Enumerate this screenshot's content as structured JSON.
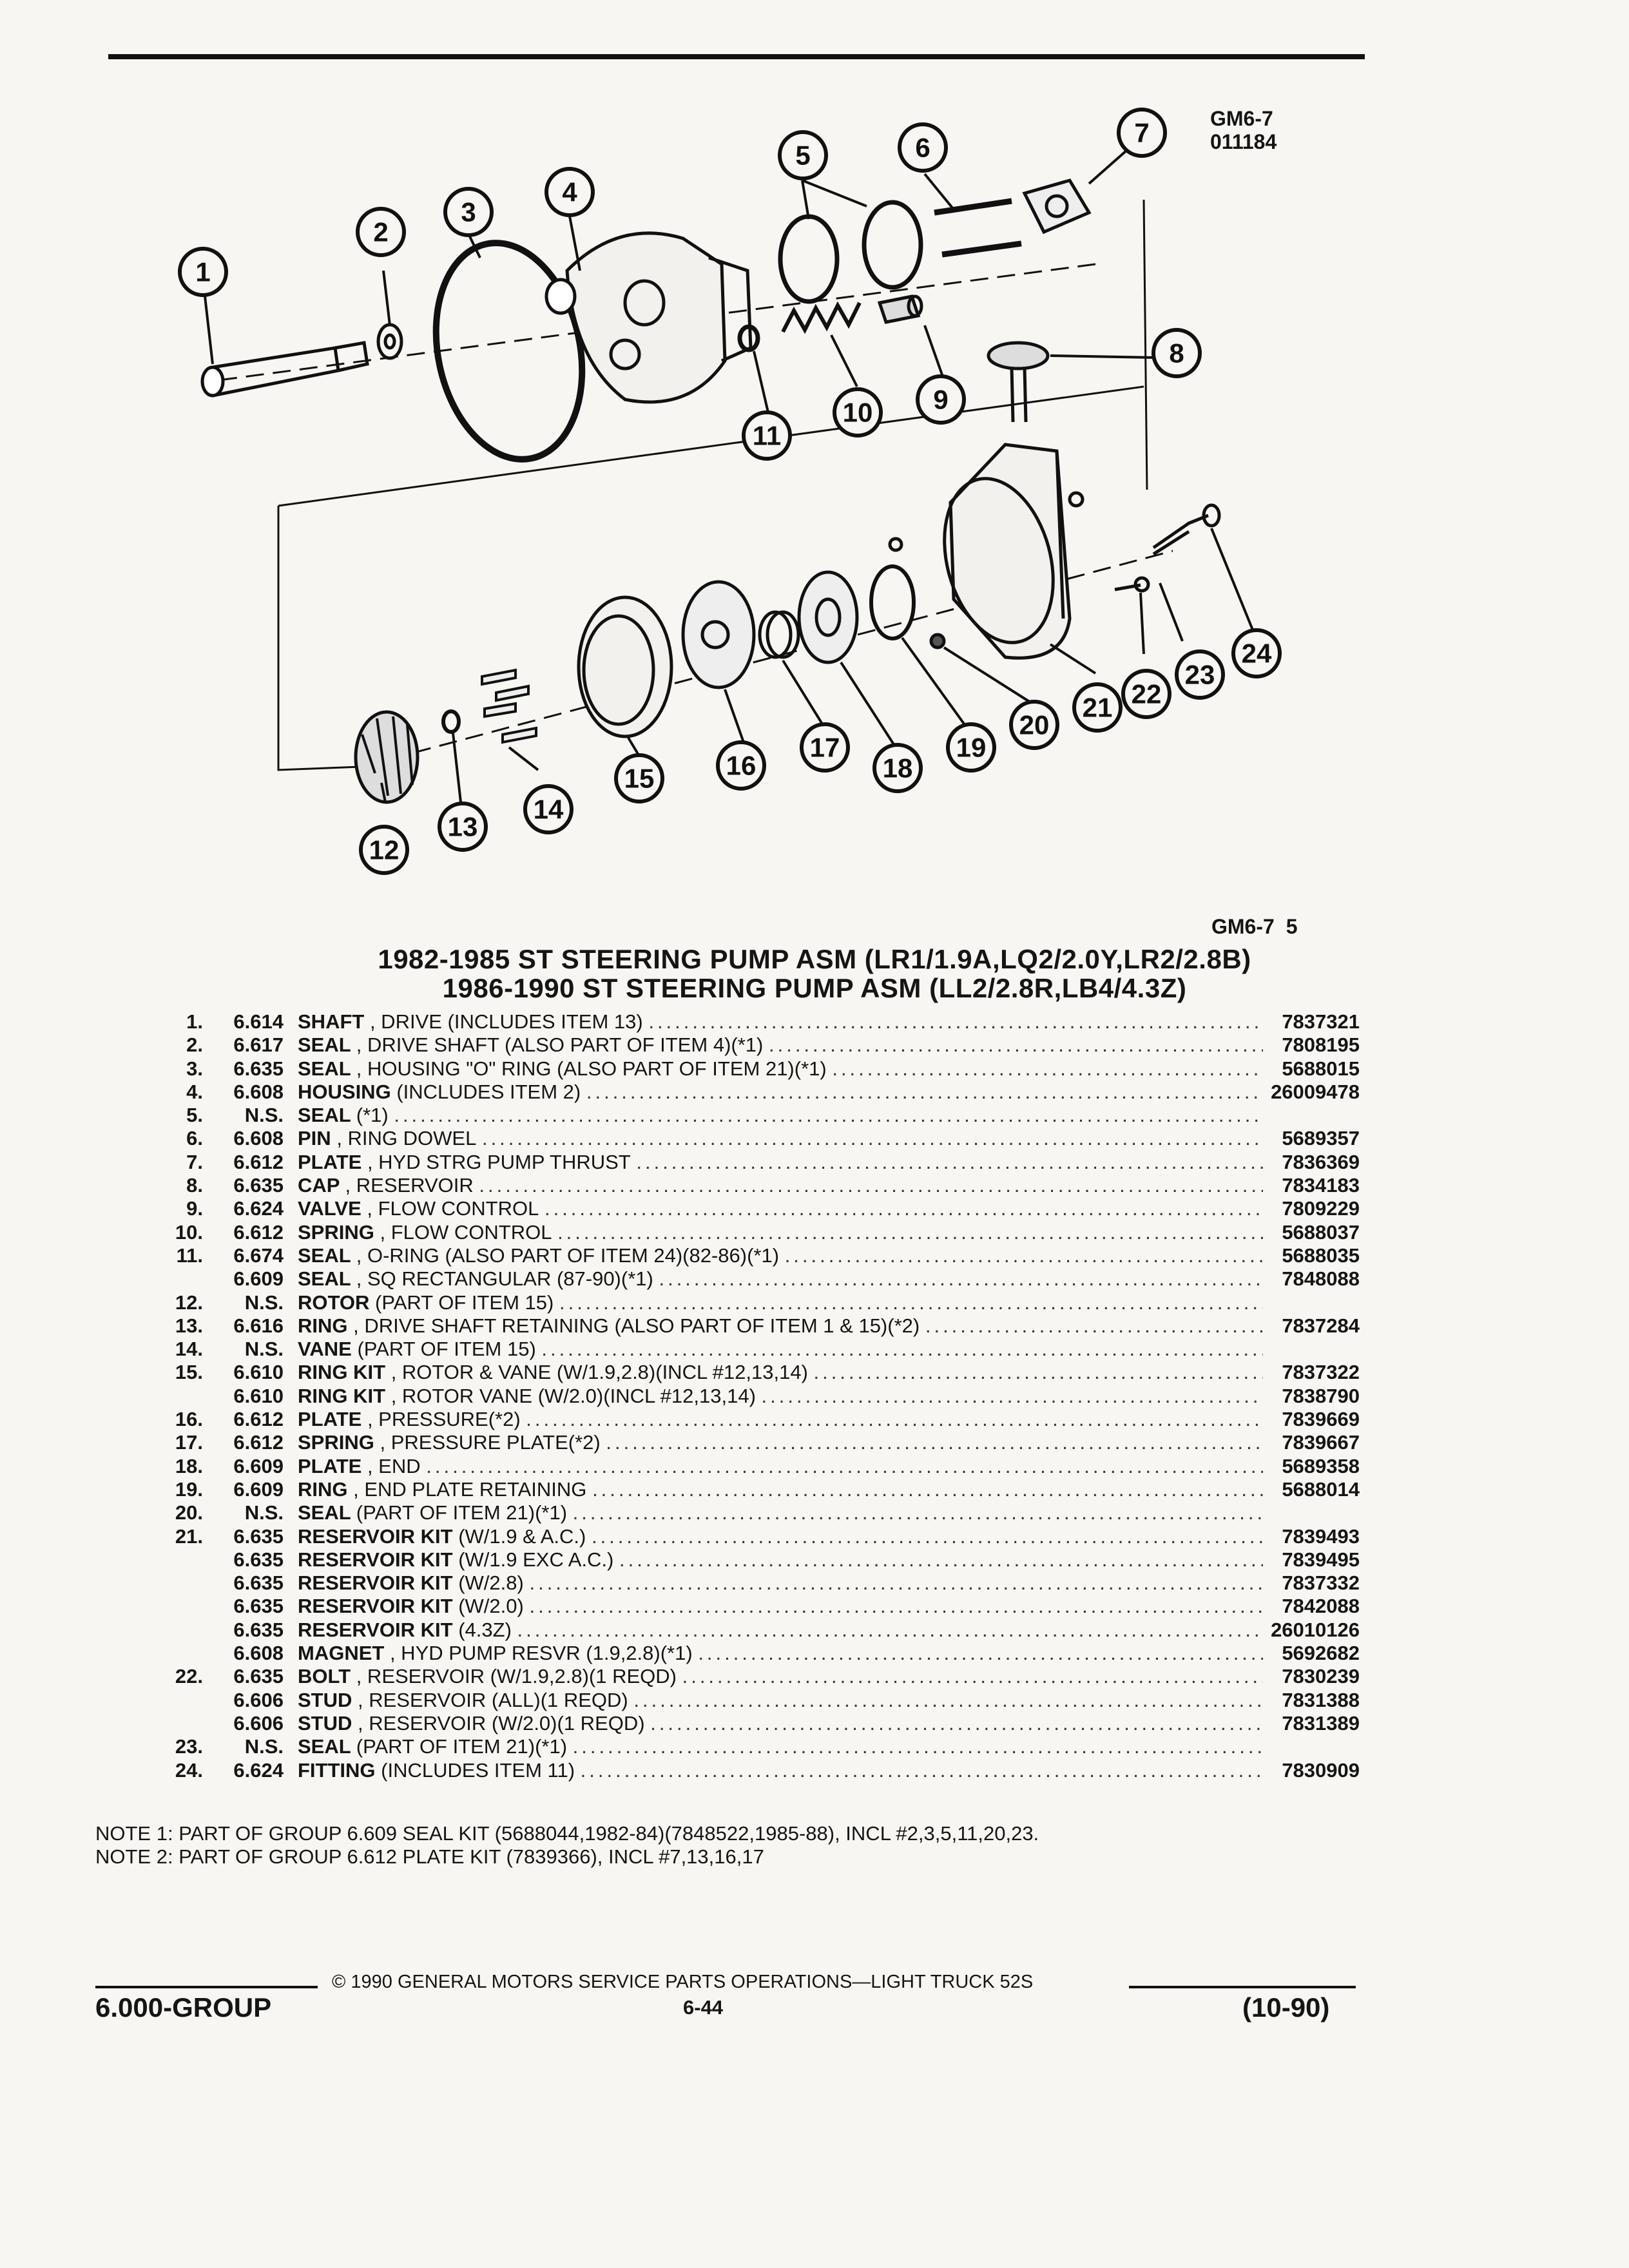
{
  "figure": {
    "code": "GM6-7",
    "number": "011184"
  },
  "callouts": [
    "1",
    "2",
    "3",
    "4",
    "5",
    "6",
    "7",
    "8",
    "9",
    "10",
    "11",
    "12",
    "13",
    "14",
    "15",
    "16",
    "17",
    "18",
    "19",
    "20",
    "21",
    "22",
    "23",
    "24"
  ],
  "page_ref": {
    "code": "GM6-7",
    "num": "5"
  },
  "title_line1": "1982-1985 ST STEERING PUMP ASM (LR1/1.9A,LQ2/2.0Y,LR2/2.8B)",
  "title_line2": "1986-1990 ST STEERING PUMP ASM (LL2/2.8R,LB4/4.3Z)",
  "parts": [
    {
      "item": "1.",
      "group": "6.614",
      "name": "SHAFT",
      "desc": ", DRIVE (INCLUDES ITEM 13)",
      "pn": "7837321"
    },
    {
      "item": "2.",
      "group": "6.617",
      "name": "SEAL",
      "desc": ", DRIVE SHAFT (ALSO PART OF ITEM 4)(*1)",
      "pn": "7808195"
    },
    {
      "item": "3.",
      "group": "6.635",
      "name": "SEAL",
      "desc": ", HOUSING \"O\" RING (ALSO PART OF ITEM 21)(*1)",
      "pn": "5688015"
    },
    {
      "item": "4.",
      "group": "6.608",
      "name": "HOUSING",
      "desc": "(INCLUDES ITEM 2)",
      "pn": "26009478"
    },
    {
      "item": "5.",
      "group": "N.S.",
      "name": "SEAL",
      "desc": "(*1)",
      "pn": ""
    },
    {
      "item": "6.",
      "group": "6.608",
      "name": "PIN",
      "desc": ", RING DOWEL",
      "pn": "5689357"
    },
    {
      "item": "7.",
      "group": "6.612",
      "name": "PLATE",
      "desc": ", HYD STRG PUMP THRUST",
      "pn": "7836369"
    },
    {
      "item": "8.",
      "group": "6.635",
      "name": "CAP",
      "desc": ", RESERVOIR",
      "pn": "7834183"
    },
    {
      "item": "9.",
      "group": "6.624",
      "name": "VALVE",
      "desc": ", FLOW CONTROL",
      "pn": "7809229"
    },
    {
      "item": "10.",
      "group": "6.612",
      "name": "SPRING",
      "desc": ", FLOW CONTROL",
      "pn": "5688037"
    },
    {
      "item": "11.",
      "group": "6.674",
      "name": "SEAL",
      "desc": ", O-RING (ALSO PART OF ITEM 24)(82-86)(*1)",
      "pn": "5688035"
    },
    {
      "item": "",
      "group": "6.609",
      "name": "SEAL",
      "desc": ", SQ RECTANGULAR (87-90)(*1)",
      "pn": "7848088"
    },
    {
      "item": "12.",
      "group": "N.S.",
      "name": "ROTOR",
      "desc": "(PART OF ITEM 15)",
      "pn": ""
    },
    {
      "item": "13.",
      "group": "6.616",
      "name": "RING",
      "desc": ", DRIVE SHAFT RETAINING (ALSO PART OF ITEM 1 & 15)(*2)",
      "pn": "7837284"
    },
    {
      "item": "14.",
      "group": "N.S.",
      "name": "VANE",
      "desc": "(PART OF ITEM 15)",
      "pn": ""
    },
    {
      "item": "15.",
      "group": "6.610",
      "name": "RING KIT",
      "desc": ", ROTOR & VANE (W/1.9,2.8)(INCL #12,13,14)",
      "pn": "7837322"
    },
    {
      "item": "",
      "group": "6.610",
      "name": "RING KIT",
      "desc": ", ROTOR VANE (W/2.0)(INCL #12,13,14)",
      "pn": "7838790"
    },
    {
      "item": "16.",
      "group": "6.612",
      "name": "PLATE",
      "desc": ", PRESSURE(*2)",
      "pn": "7839669"
    },
    {
      "item": "17.",
      "group": "6.612",
      "name": "SPRING",
      "desc": ", PRESSURE PLATE(*2)",
      "pn": "7839667"
    },
    {
      "item": "18.",
      "group": "6.609",
      "name": "PLATE",
      "desc": ", END",
      "pn": "5689358"
    },
    {
      "item": "19.",
      "group": "6.609",
      "name": "RING",
      "desc": ", END PLATE RETAINING",
      "pn": "5688014"
    },
    {
      "item": "20.",
      "group": "N.S.",
      "name": "SEAL",
      "desc": "(PART OF ITEM 21)(*1)",
      "pn": ""
    },
    {
      "item": "21.",
      "group": "6.635",
      "name": "RESERVOIR KIT",
      "desc": "(W/1.9 & A.C.)",
      "pn": "7839493"
    },
    {
      "item": "",
      "group": "6.635",
      "name": "RESERVOIR KIT",
      "desc": "(W/1.9 EXC A.C.)",
      "pn": "7839495"
    },
    {
      "item": "",
      "group": "6.635",
      "name": "RESERVOIR KIT",
      "desc": "(W/2.8)",
      "pn": "7837332"
    },
    {
      "item": "",
      "group": "6.635",
      "name": "RESERVOIR KIT",
      "desc": "(W/2.0)",
      "pn": "7842088"
    },
    {
      "item": "",
      "group": "6.635",
      "name": "RESERVOIR KIT",
      "desc": "(4.3Z)",
      "pn": "26010126"
    },
    {
      "item": "",
      "group": "6.608",
      "name": "MAGNET",
      "desc": ", HYD PUMP RESVR (1.9,2.8)(*1)",
      "pn": "5692682"
    },
    {
      "item": "22.",
      "group": "6.635",
      "name": "BOLT",
      "desc": ", RESERVOIR (W/1.9,2.8)(1 REQD)",
      "pn": "7830239"
    },
    {
      "item": "",
      "group": "6.606",
      "name": "STUD",
      "desc": ", RESERVOIR (ALL)(1 REQD)",
      "pn": "7831388"
    },
    {
      "item": "",
      "group": "6.606",
      "name": "STUD",
      "desc": ", RESERVOIR (W/2.0)(1 REQD)",
      "pn": "7831389"
    },
    {
      "item": "23.",
      "group": "N.S.",
      "name": "SEAL",
      "desc": "(PART OF ITEM 21)(*1)",
      "pn": ""
    },
    {
      "item": "24.",
      "group": "6.624",
      "name": "FITTING",
      "desc": "(INCLUDES ITEM 11)",
      "pn": "7830909"
    }
  ],
  "notes": [
    "NOTE 1: PART OF GROUP 6.609 SEAL KIT (5688044,1982-84)(7848522,1985-88), INCL #2,3,5,11,20,23.",
    "NOTE 2: PART OF GROUP 6.612 PLATE KIT (7839366), INCL #7,13,16,17"
  ],
  "footer": {
    "copyright": "© 1990 GENERAL MOTORS SERVICE PARTS OPERATIONS—LIGHT TRUCK 52S",
    "group": "6.000-GROUP",
    "page": "6-44",
    "date": "(10-90)"
  }
}
